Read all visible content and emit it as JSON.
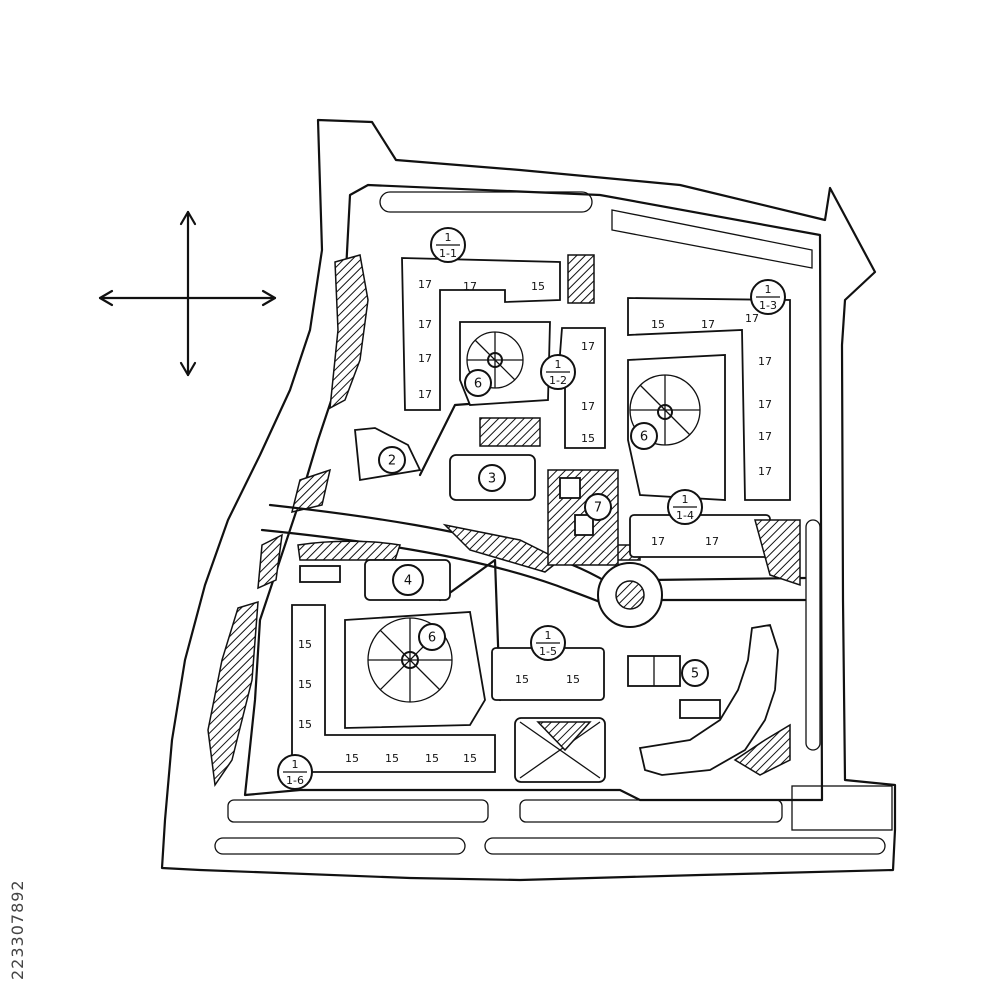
{
  "plan": {
    "height_labels": [
      "17",
      "15"
    ],
    "zone_labels": [
      "2",
      "3",
      "4",
      "5",
      "6",
      "7"
    ],
    "building_tags": [
      {
        "top": "1",
        "bottom": "1-1"
      },
      {
        "top": "1",
        "bottom": "1-2"
      },
      {
        "top": "1",
        "bottom": "1-3"
      },
      {
        "top": "1",
        "bottom": "1-4"
      },
      {
        "top": "1",
        "bottom": "1-5"
      },
      {
        "top": "1",
        "bottom": "1-6"
      }
    ]
  },
  "stock_id": "223307892",
  "colors": {
    "ink": "#111111",
    "paper": "#ffffff"
  }
}
